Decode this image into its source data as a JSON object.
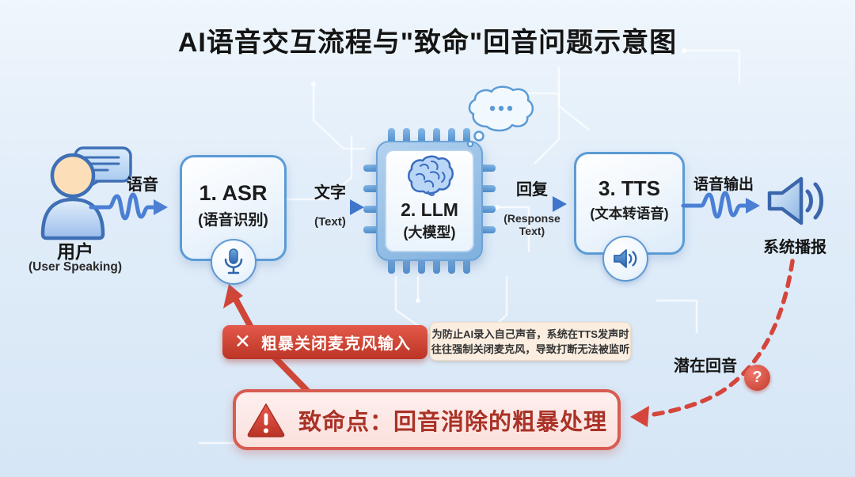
{
  "title": "AI语音交互流程与\"致命\"回音问题示意图",
  "user": {
    "label": "用户",
    "sublabel": "(User Speaking)"
  },
  "flow": {
    "speech": {
      "label": "语音"
    },
    "text": {
      "label": "文字",
      "sublabel": "(Text)"
    },
    "response": {
      "label": "回复",
      "sub1": "(Response",
      "sub2": "Text)"
    },
    "voice_output": {
      "label": "语音输出"
    }
  },
  "nodes": {
    "asr": {
      "title": "1. ASR",
      "subtitle": "(语音识别)"
    },
    "llm": {
      "title": "2. LLM",
      "subtitle": "(大模型)"
    },
    "tts": {
      "title": "3. TTS",
      "subtitle": "(文本转语音)"
    }
  },
  "output": {
    "label": "系统播报"
  },
  "callouts": {
    "mute": {
      "icon": "✕",
      "label": "粗暴关闭麦克风输入"
    },
    "note": {
      "line1": "为防止AI录入自己声音，系统在TTS发声时",
      "line2": "往往强制关闭麦克风，导致打断无法被监听"
    },
    "fatal": {
      "label": "致命点：回音消除的粗暴处理"
    },
    "echo": {
      "label": "潜在回音",
      "icon": "?"
    }
  },
  "colors": {
    "background": "#e1edf9",
    "accent_blue": "#4a7fd4",
    "node_border": "#5b9bd5",
    "alert_red": "#cf4639",
    "fatal_text": "#aa3226",
    "note_bg": "#fbeee1"
  }
}
